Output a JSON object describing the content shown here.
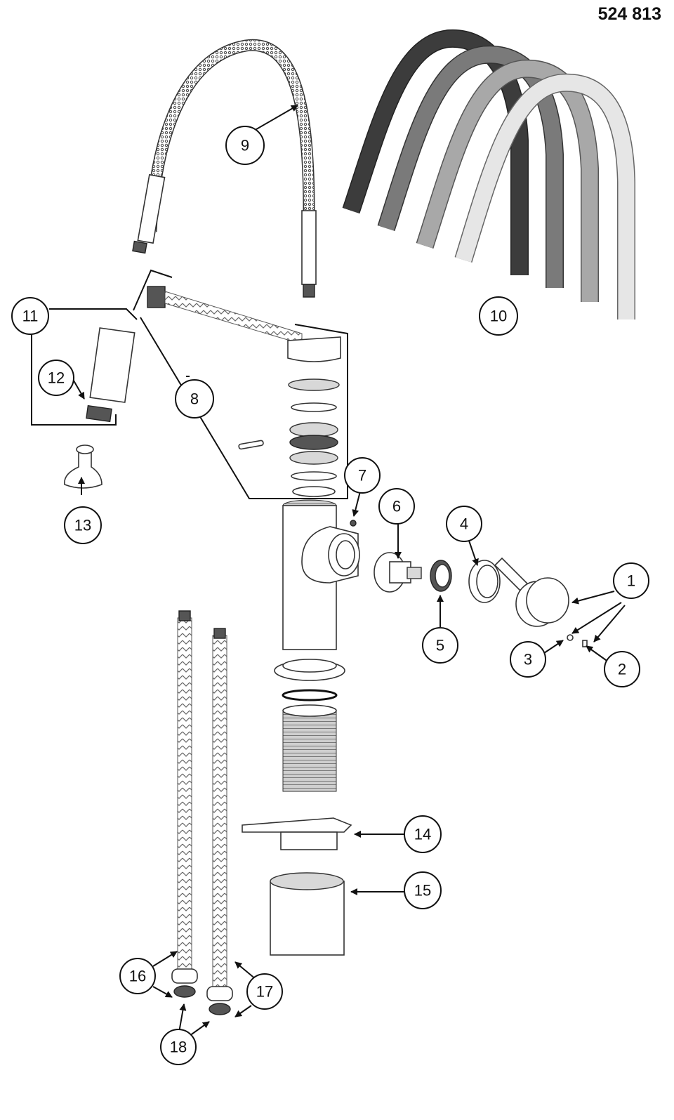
{
  "document": {
    "part_number": "524 813",
    "type": "exploded parts diagram",
    "subject": "pull-out kitchen faucet"
  },
  "callouts": [
    {
      "id": "1",
      "label": "1"
    },
    {
      "id": "2",
      "label": "2"
    },
    {
      "id": "3",
      "label": "3"
    },
    {
      "id": "4",
      "label": "4"
    },
    {
      "id": "5",
      "label": "5"
    },
    {
      "id": "6",
      "label": "6"
    },
    {
      "id": "7",
      "label": "7"
    },
    {
      "id": "8",
      "label": "8"
    },
    {
      "id": "9",
      "label": "9"
    },
    {
      "id": "10",
      "label": "10"
    },
    {
      "id": "11",
      "label": "11"
    },
    {
      "id": "12",
      "label": "12"
    },
    {
      "id": "13",
      "label": "13"
    },
    {
      "id": "14",
      "label": "14"
    },
    {
      "id": "15",
      "label": "15"
    },
    {
      "id": "16",
      "label": "16"
    },
    {
      "id": "17",
      "label": "17"
    },
    {
      "id": "18",
      "label": "18"
    }
  ],
  "parts": {
    "hose": "braided pull-out hose",
    "spout_colors": [
      "#3c3c3c",
      "#7a7a7a",
      "#a8a8a8",
      "#e6e6e6"
    ],
    "handle": "lever handle",
    "cartridge": "ceramic cartridge",
    "body": "faucet body",
    "supply_hoses": "braided supply hoses"
  }
}
